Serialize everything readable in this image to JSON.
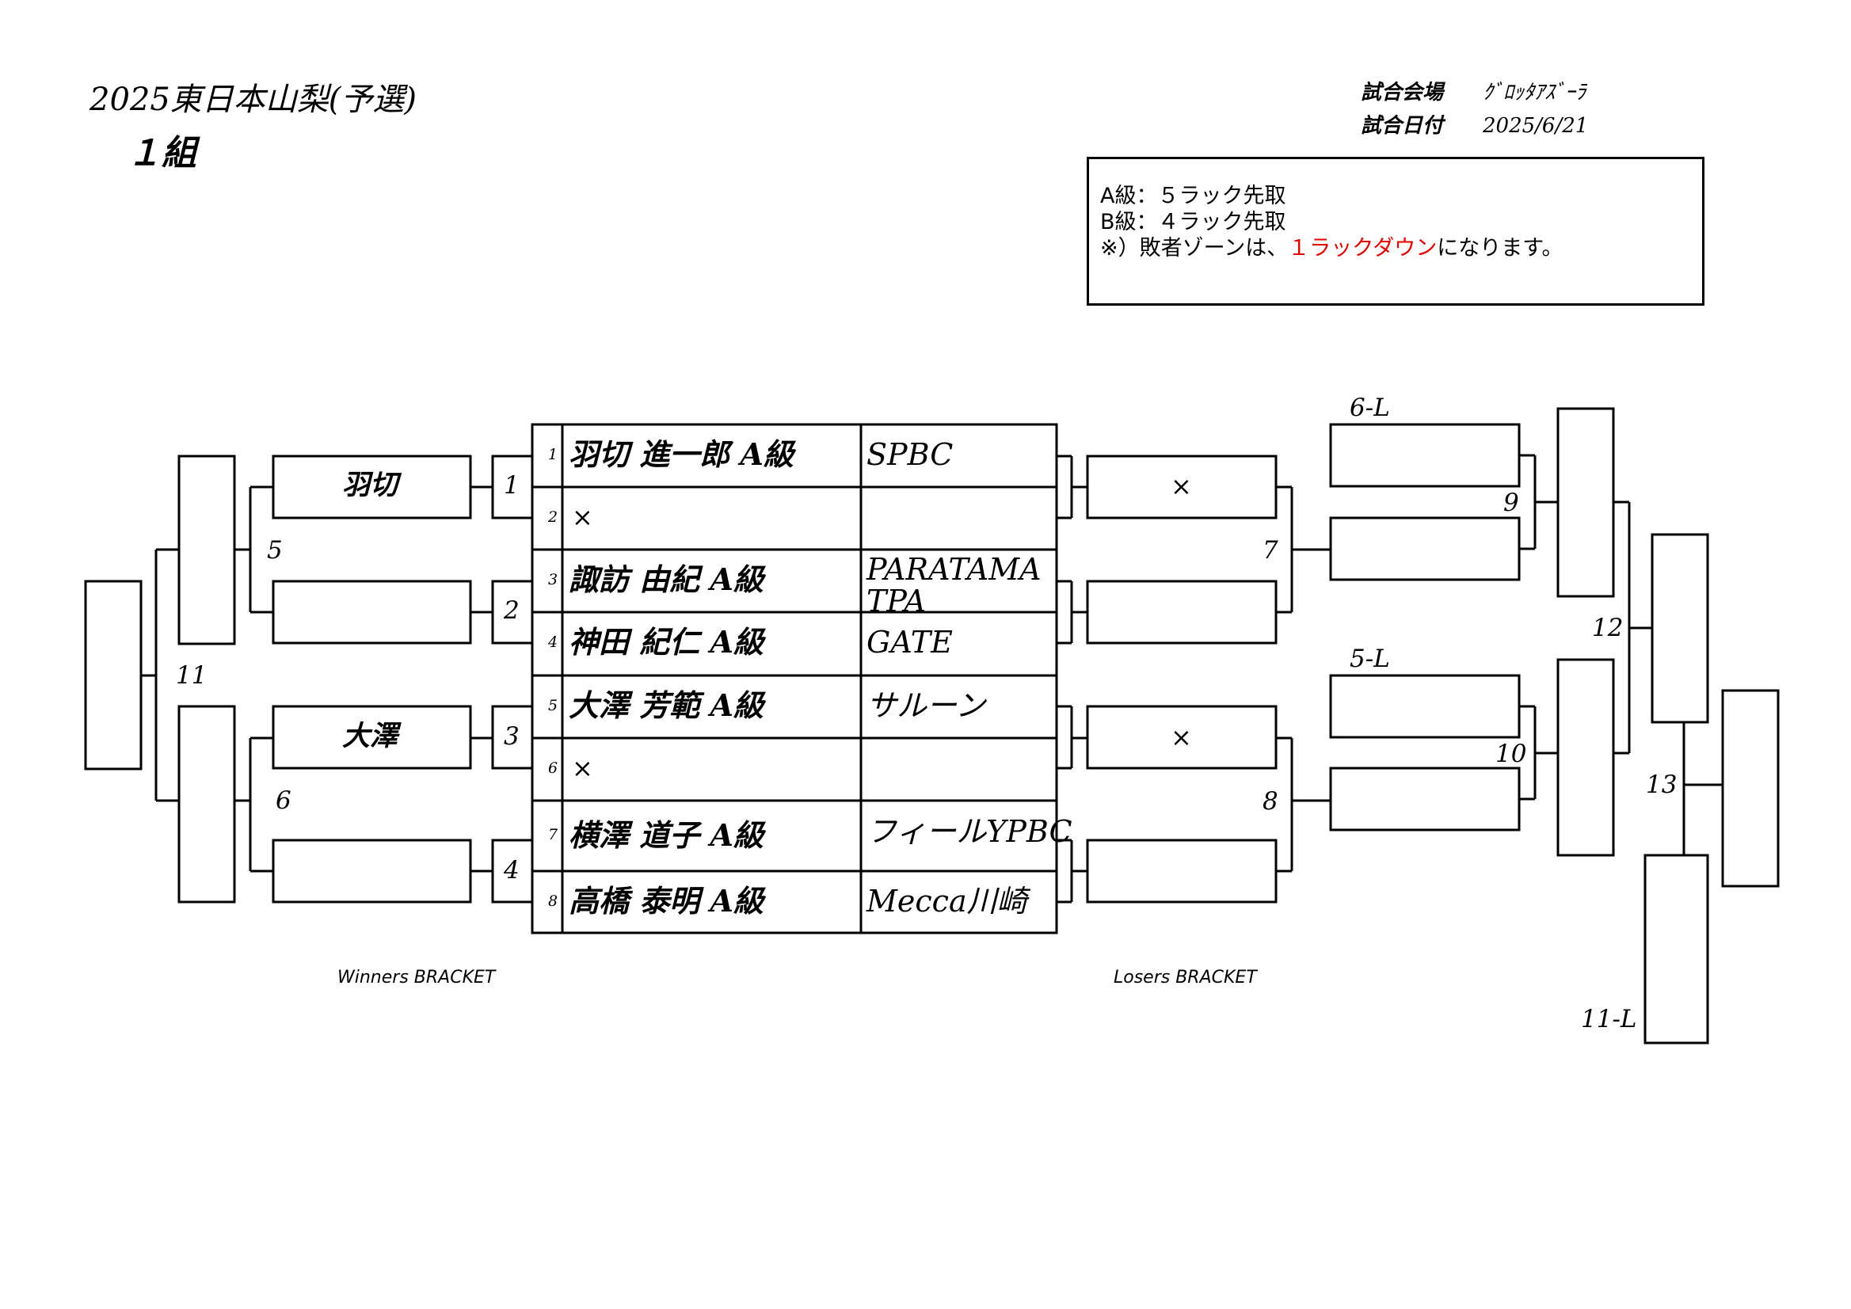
{
  "header": {
    "title": "2025東日本山梨(予選)",
    "group": "１組",
    "venue_label": "試合会場",
    "venue_value": "ｸﾞﾛｯﾀｱｽﾞｰﾗ",
    "date_label": "試合日付",
    "date_value": "2025/6/21"
  },
  "rules": {
    "line1": "A級：５ラック先取",
    "line2": "B級：４ラック先取",
    "line3_prefix": "※）敗者ゾーンは、",
    "line3_highlight": "１ラックダウン",
    "line3_suffix": "になります。",
    "highlight_color": "#e00000"
  },
  "entries": [
    {
      "seed": "1",
      "name": "羽切 進一郎 A級",
      "club": "SPBC"
    },
    {
      "seed": "2",
      "name": "×",
      "club": ""
    },
    {
      "seed": "3",
      "name": "諏訪 由紀 A級",
      "club_line1": "PARATAMA",
      "club_line2": "TPA"
    },
    {
      "seed": "4",
      "name": "神田 紀仁 A級",
      "club": "GATE"
    },
    {
      "seed": "5",
      "name": "大澤 芳範 A級",
      "club": "サルーン"
    },
    {
      "seed": "6",
      "name": "×",
      "club": ""
    },
    {
      "seed": "7",
      "name": "横澤 道子 A級",
      "club": "フィールYPBC"
    },
    {
      "seed": "8",
      "name": "高橋 泰明 A級",
      "club": "Mecca川崎"
    }
  ],
  "winners": {
    "label": "Winners BRACKET",
    "match_numbers": [
      "1",
      "2",
      "3",
      "4",
      "5",
      "6",
      "11"
    ],
    "advancers": [
      "羽切",
      "",
      "大澤",
      ""
    ]
  },
  "losers": {
    "label": "Losers BRACKET",
    "match_numbers": [
      "7",
      "8",
      "9",
      "10",
      "12",
      "13"
    ],
    "entries": [
      "×",
      "",
      "×",
      ""
    ],
    "refs": [
      "6-L",
      "5-L",
      "11-L"
    ]
  }
}
